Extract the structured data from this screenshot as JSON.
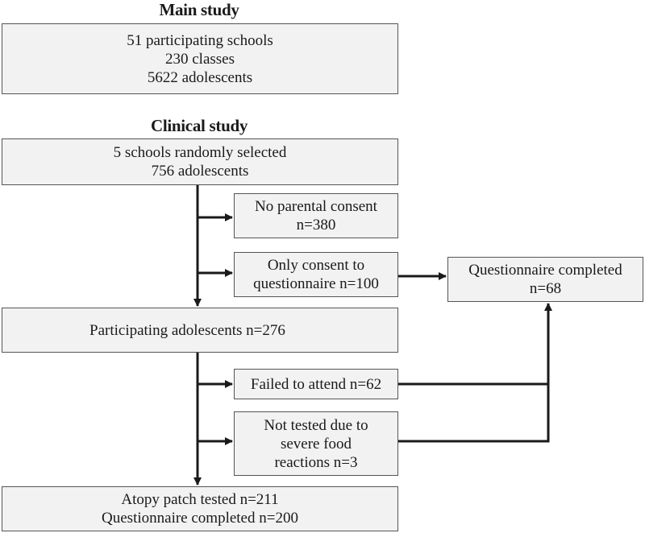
{
  "headings": {
    "main": "Main study",
    "clinical": "Clinical study"
  },
  "boxes": {
    "main_study": [
      "51 participating schools",
      "230 classes",
      "5622 adolescents"
    ],
    "schools_selected": [
      "5 schools randomly selected",
      "756 adolescents"
    ],
    "no_consent": [
      "No parental consent",
      "n=380"
    ],
    "only_questionnaire": [
      "Only consent to",
      "questionnaire n=100"
    ],
    "questionnaire_completed": [
      "Questionnaire completed",
      "n=68"
    ],
    "participating": [
      "Participating adolescents n=276"
    ],
    "failed_attend": [
      "Failed to attend n=62"
    ],
    "not_tested": [
      "Not tested due to",
      "severe food",
      "reactions n=3"
    ],
    "final": [
      "Atopy patch tested n=211",
      "Questionnaire completed n=200"
    ]
  },
  "colors": {
    "box_fill": "#f2f2f2",
    "box_border": "#555555",
    "arrow": "#1a1a1a"
  }
}
